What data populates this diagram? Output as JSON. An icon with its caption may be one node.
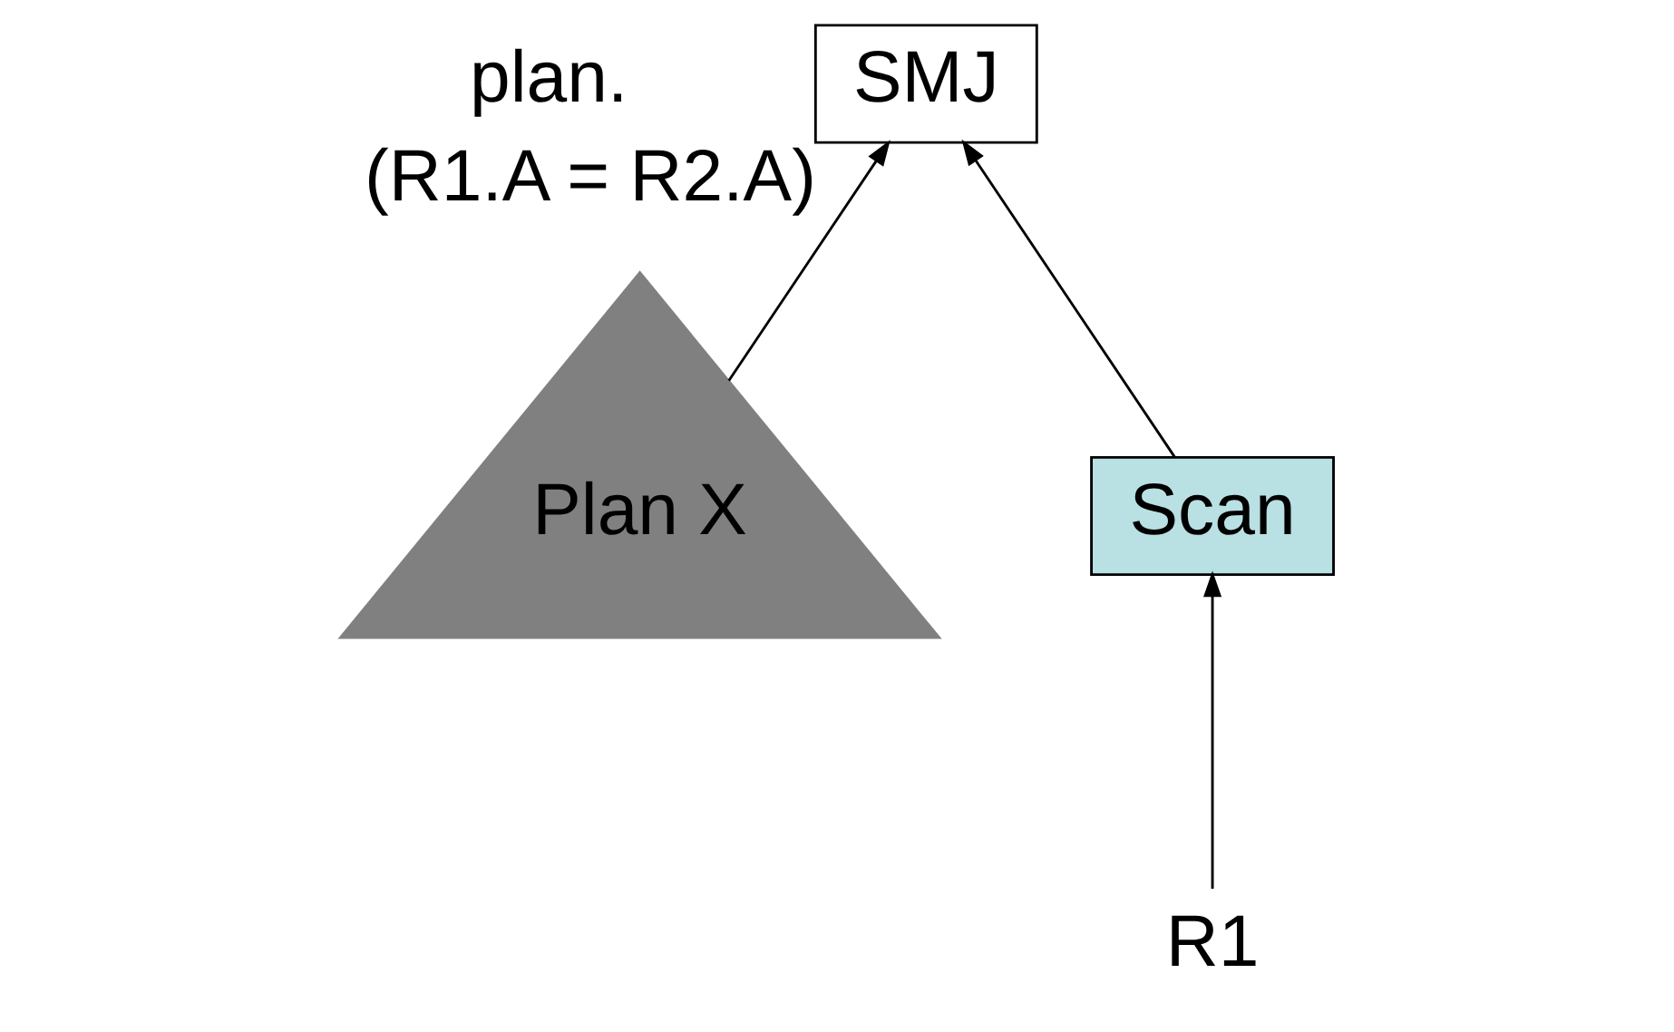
{
  "diagram": {
    "nodes": [
      {
        "text": [
          "SMJ"
        ],
        "beside": [
          "(R1.A = R2.A)"
        ]
      },
      {
        "text": [
          "Plan X"
        ]
      },
      {
        "text": [
          "Scan"
        ]
      },
      {
        "text": [
          "R1"
        ]
      }
    ],
    "edges": [
      {
        "from": 1,
        "to": 0,
        "arrow": "to"
      },
      {
        "from": 2,
        "to": 0,
        "arrow": "to"
      },
      {
        "from": 3,
        "to": 2,
        "arrow": "to"
      }
    ],
    "labels": [
      "plan."
    ]
  }
}
